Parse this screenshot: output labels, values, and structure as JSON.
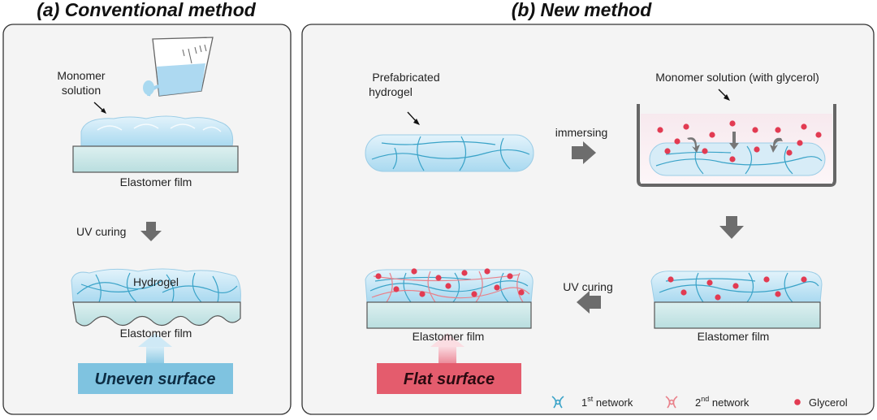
{
  "panel_a": {
    "title": "(a) Conventional method",
    "monomer_label_1": "Monomer",
    "monomer_label_2": "solution",
    "elastomer_top": "Elastomer film",
    "uv_curing": "UV curing",
    "hydrogel": "Hydrogel",
    "elastomer_bottom": "Elastomer film",
    "banner": "Uneven surface"
  },
  "panel_b": {
    "title": "(b) New method",
    "prefab_label_1": "Prefabricated",
    "prefab_label_2": "hydrogel",
    "immersing": "immersing",
    "monomer_glycerol": "Monomer solution (with glycerol)",
    "elastomer_right": "Elastomer film",
    "uv_curing": "UV curing",
    "elastomer_left": "Elastomer film",
    "banner": "Flat surface"
  },
  "legend": {
    "first_prefix": "1",
    "first_sup": "st",
    "first_suffix": " network",
    "second_prefix": "2",
    "second_sup": "nd",
    "second_suffix": " network",
    "glycerol": "Glycerol"
  },
  "colors": {
    "hydrogel_blue": "#bfe3f5",
    "network_blue": "#3aa3c8",
    "network_red": "#e9808a",
    "glycerol_red": "#e23b52",
    "elastomer_fill": "#cfe9ea",
    "uneven_banner": "#7fc3e0",
    "flat_banner": "#e45c6d",
    "arrow_gray": "#6d6d6d"
  },
  "icons": [
    "beaker-icon",
    "arrow-icon",
    "network-crosslink-icon",
    "glycerol-dot-icon"
  ]
}
